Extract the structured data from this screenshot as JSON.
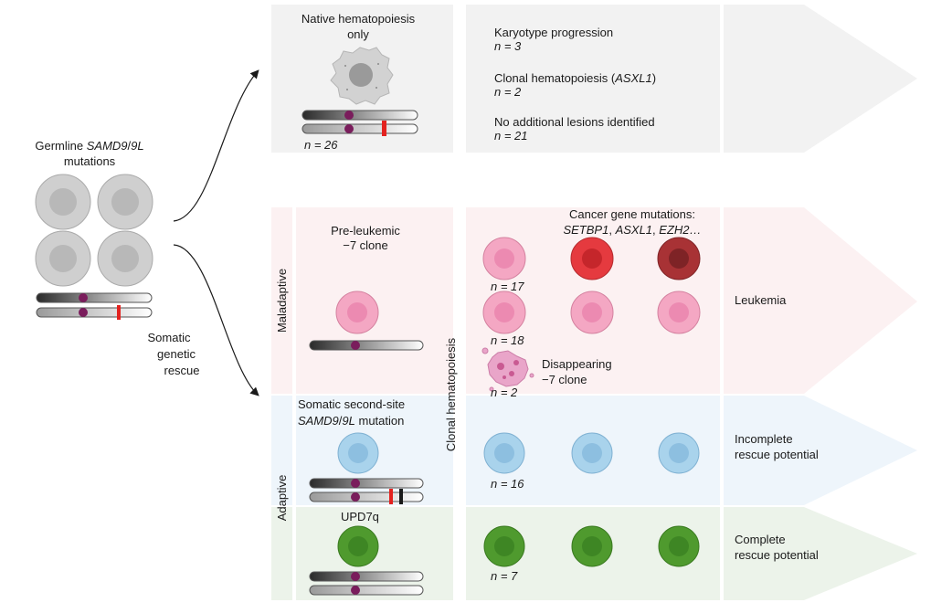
{
  "germline": {
    "line1_plain": "Germline ",
    "line1_italic": "SAMD9",
    "line1_slash": "/",
    "line1_italic2": "9L",
    "line2": "mutations"
  },
  "rescue_label": [
    "Somatic",
    "genetic",
    "rescue"
  ],
  "native": {
    "title_line1": "Native hematopoiesis",
    "title_line2": "only",
    "n": "n = 26",
    "outcome1_title": "Karyotype progression",
    "outcome1_n": "n = 3",
    "outcome2_title_pre": "Clonal hematopoiesis (",
    "outcome2_title_italic": "ASXL1",
    "outcome2_title_post": ")",
    "outcome2_n": "n = 2",
    "outcome3_title": "No additional lesions identified",
    "outcome3_n": "n = 21"
  },
  "side_labels": {
    "maladaptive": "Maladaptive",
    "adaptive": "Adaptive",
    "clonal": "Clonal hematopoiesis"
  },
  "maladaptive": {
    "clone_line1": "Pre-leukemic",
    "clone_line2": "−7 clone",
    "cancer_line1": "Cancer gene mutations:",
    "cancer_g1": "SETBP1",
    "cancer_sep1": ", ",
    "cancer_g2": "ASXL1",
    "cancer_sep2": ", ",
    "cancer_g3": "EZH2…",
    "n17": "n = 17",
    "n18": "n = 18",
    "n2": "n = 2",
    "disappear_line1": "Disappearing",
    "disappear_line2": "−7 clone",
    "outcome": "Leukemia"
  },
  "second_site": {
    "line1": "Somatic second-site",
    "line2_italic": "SAMD9",
    "line2_slash": "/",
    "line2_italic2": "9L",
    "line2_post": " mutation",
    "n": "n = 16",
    "outcome_line1": "Incomplete",
    "outcome_line2": "rescue potential"
  },
  "upd": {
    "label": "UPD7q",
    "n": "n = 7",
    "outcome_line1": "Complete",
    "outcome_line2": "rescue potential"
  },
  "colors": {
    "grey_cell": "#cfcfcf",
    "pink_cell": "#f4a7c3",
    "red_cell": "#e53a3f",
    "darkred_cell": "#a83235",
    "blue_cell": "#a9d3ec",
    "green_cell": "#4f9a2e",
    "centromere": "#7a1d5c",
    "mutation": "#e3221f"
  }
}
